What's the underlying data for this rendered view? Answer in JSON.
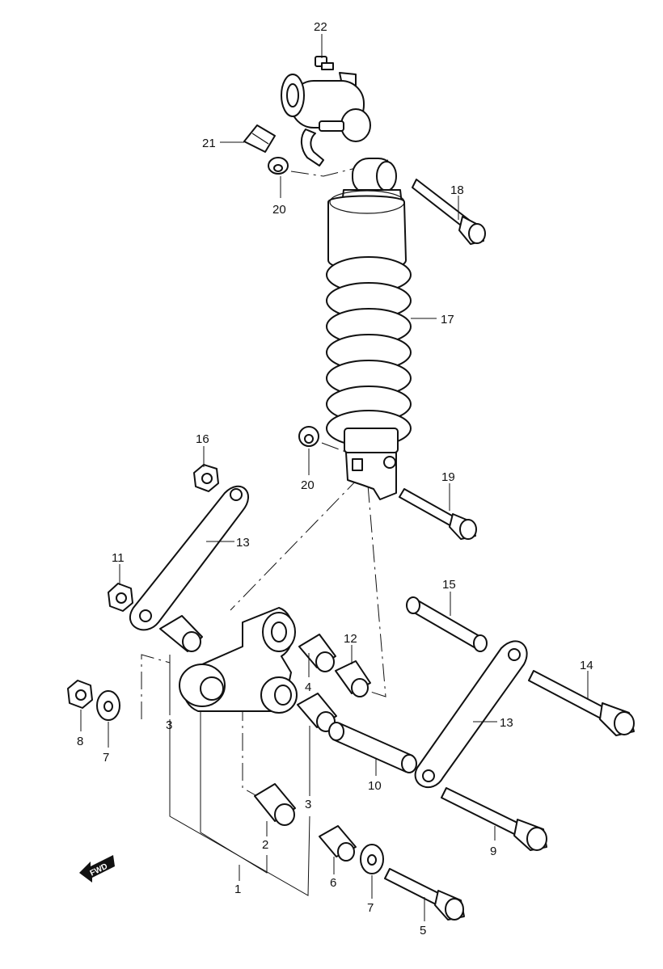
{
  "diagram": {
    "fwd_label": "FWD",
    "callouts": [
      {
        "id": "c22",
        "text": "22"
      },
      {
        "id": "c21",
        "text": "21"
      },
      {
        "id": "c20a",
        "text": "20"
      },
      {
        "id": "c18",
        "text": "18"
      },
      {
        "id": "c17",
        "text": "17"
      },
      {
        "id": "c16",
        "text": "16"
      },
      {
        "id": "c20b",
        "text": "20"
      },
      {
        "id": "c19",
        "text": "19"
      },
      {
        "id": "c13a",
        "text": "13"
      },
      {
        "id": "c11",
        "text": "11"
      },
      {
        "id": "c15",
        "text": "15"
      },
      {
        "id": "c12",
        "text": "12"
      },
      {
        "id": "c4",
        "text": "4"
      },
      {
        "id": "c14",
        "text": "14"
      },
      {
        "id": "c8",
        "text": "8"
      },
      {
        "id": "c7a",
        "text": "7"
      },
      {
        "id": "c3a",
        "text": "3"
      },
      {
        "id": "c13b",
        "text": "13"
      },
      {
        "id": "c10",
        "text": "10"
      },
      {
        "id": "c3b",
        "text": "3"
      },
      {
        "id": "c2",
        "text": "2"
      },
      {
        "id": "c9",
        "text": "9"
      },
      {
        "id": "c1",
        "text": "1"
      },
      {
        "id": "c6",
        "text": "6"
      },
      {
        "id": "c7b",
        "text": "7"
      },
      {
        "id": "c5",
        "text": "5"
      }
    ]
  }
}
